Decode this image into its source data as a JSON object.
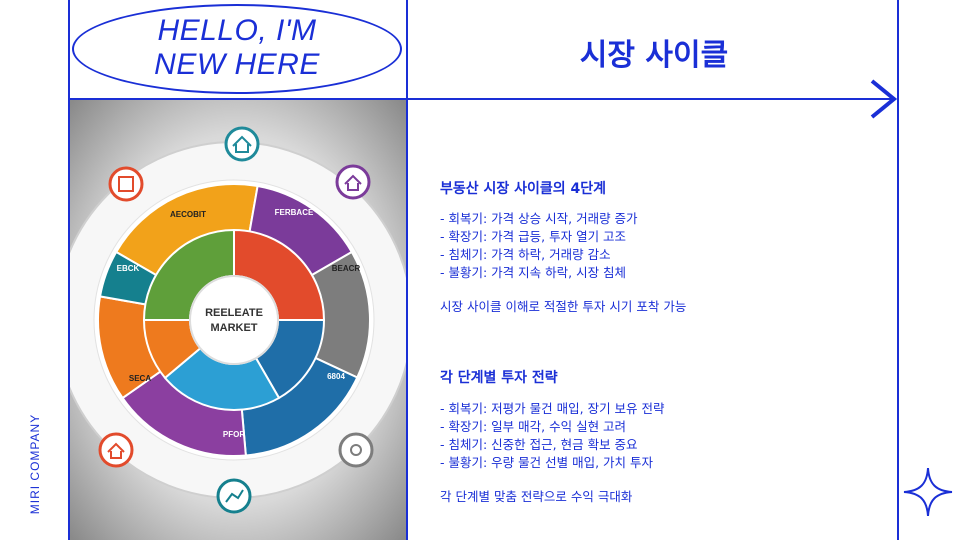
{
  "brand": {
    "side_label": "MIRI COMPANY"
  },
  "header": {
    "hello_line1": "HELLO, I'M",
    "hello_line2": "NEW HERE",
    "title": "시장 사이클"
  },
  "diagram": {
    "center_line1": "REELEATE",
    "center_line2": "MARKET",
    "segment_labels": [
      "AECOBIT",
      "FERBACE",
      "BEACR",
      "EBCK",
      "SECA",
      "PFOR",
      "6804"
    ],
    "colors": [
      "#f2a21a",
      "#7b3b9a",
      "#7d7d7d",
      "#15808e",
      "#ee7a1e",
      "#8b3fa0",
      "#1f6ea8",
      "#5f9f3a",
      "#e24b2c",
      "#2c9fd4"
    ],
    "icons": [
      "house-icon",
      "building-icon",
      "gear-icon",
      "chart-icon"
    ]
  },
  "section1": {
    "heading": "부동산 시장 사이클의 4단계",
    "items": [
      "- 회복기: 가격 상승 시작, 거래량 증가",
      "- 확장기: 가격 급등, 투자 열기 고조",
      "- 침체기: 가격 하락, 거래량 감소",
      "- 불황기: 가격 지속 하락, 시장 침체"
    ],
    "summary": "시장 사이클 이해로 적절한 투자 시기 포착 가능"
  },
  "section2": {
    "heading": "각 단계별 투자 전략",
    "items": [
      "- 회복기: 저평가 물건 매입, 장기 보유 전략",
      "- 확장기: 일부 매각, 수익 실현 고려",
      "- 침체기: 신중한 접근, 현금 확보 중요",
      "- 불황기: 우량 물건 선별 매입, 가치 투자"
    ],
    "summary": "각 단계별 맞춤 전략으로 수익 극대화"
  },
  "accent_color": "#1a2fd6"
}
